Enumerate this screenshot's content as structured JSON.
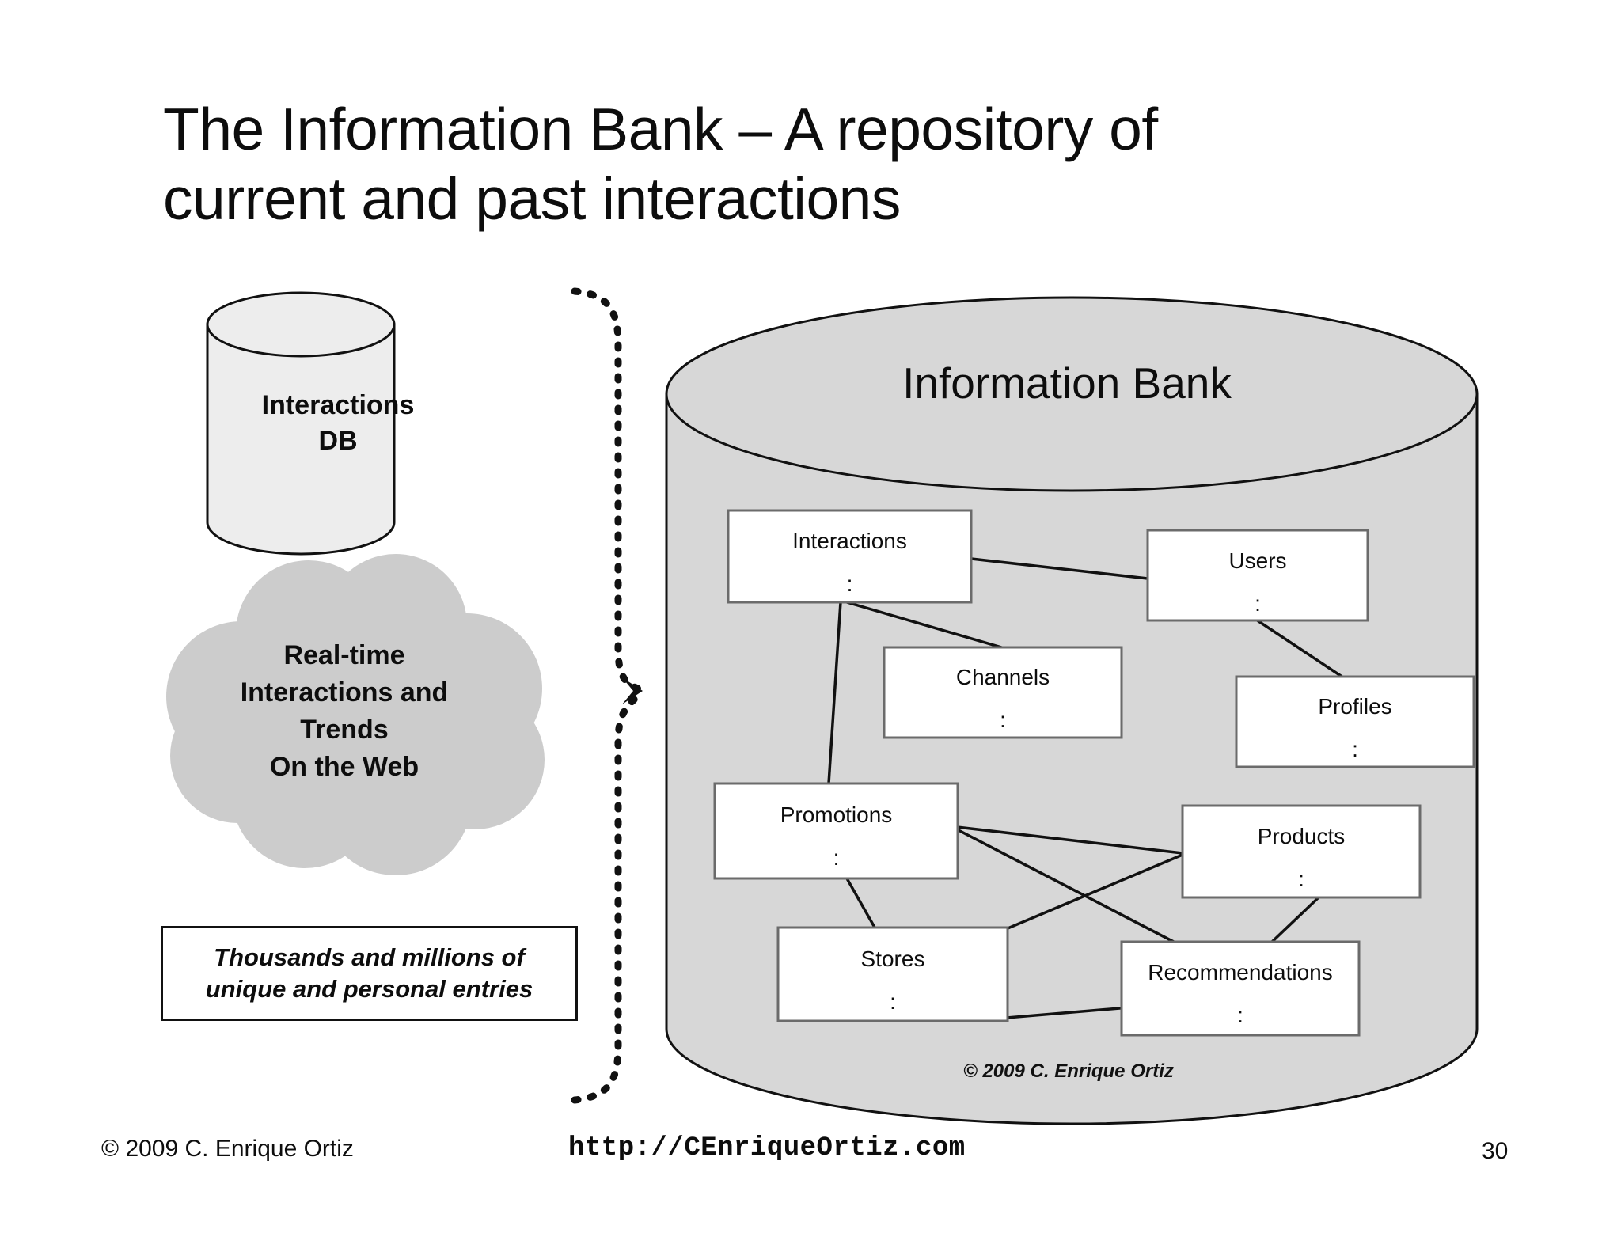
{
  "slide": {
    "title_line1": "The Information Bank – A repository of",
    "title_line2": "current and past interactions"
  },
  "left_panel": {
    "database": {
      "label_line1": "Interactions",
      "label_line2": "DB",
      "shape": "cylinder-icon",
      "fill": "#ededed"
    },
    "cloud": {
      "label_line1": "Real-time",
      "label_line2": "Interactions and",
      "label_line3": "Trends",
      "label_line4": "On the Web",
      "shape": "cloud-icon",
      "fill": "#cccccc"
    },
    "callout_box": {
      "line1": "Thousands and millions of",
      "line2": "unique and personal entries"
    },
    "brace": {
      "shape": "dotted-curly-brace",
      "direction": "right"
    }
  },
  "information_bank": {
    "heading": "Information Bank",
    "fill": "#d7d7d7",
    "inner_copyright": "© 2009 C. Enrique Ortiz",
    "entities": [
      {
        "name": "Interactions",
        "detail": ":"
      },
      {
        "name": "Users",
        "detail": ":"
      },
      {
        "name": "Channels",
        "detail": ":"
      },
      {
        "name": "Profiles",
        "detail": ":"
      },
      {
        "name": "Promotions",
        "detail": ":"
      },
      {
        "name": "Products",
        "detail": ":"
      },
      {
        "name": "Stores",
        "detail": ":"
      },
      {
        "name": "Recommendations",
        "detail": ":"
      }
    ],
    "relationships": [
      [
        "Interactions",
        "Users"
      ],
      [
        "Interactions",
        "Channels"
      ],
      [
        "Interactions",
        "Promotions"
      ],
      [
        "Users",
        "Profiles"
      ],
      [
        "Promotions",
        "Products"
      ],
      [
        "Promotions",
        "Stores"
      ],
      [
        "Promotions",
        "Recommendations"
      ],
      [
        "Products",
        "Stores"
      ],
      [
        "Products",
        "Recommendations"
      ],
      [
        "Stores",
        "Recommendations"
      ]
    ]
  },
  "footer": {
    "copyright": "© 2009 C. Enrique Ortiz",
    "url": "http://CEnriqueOrtiz.com",
    "page_number": "30"
  }
}
